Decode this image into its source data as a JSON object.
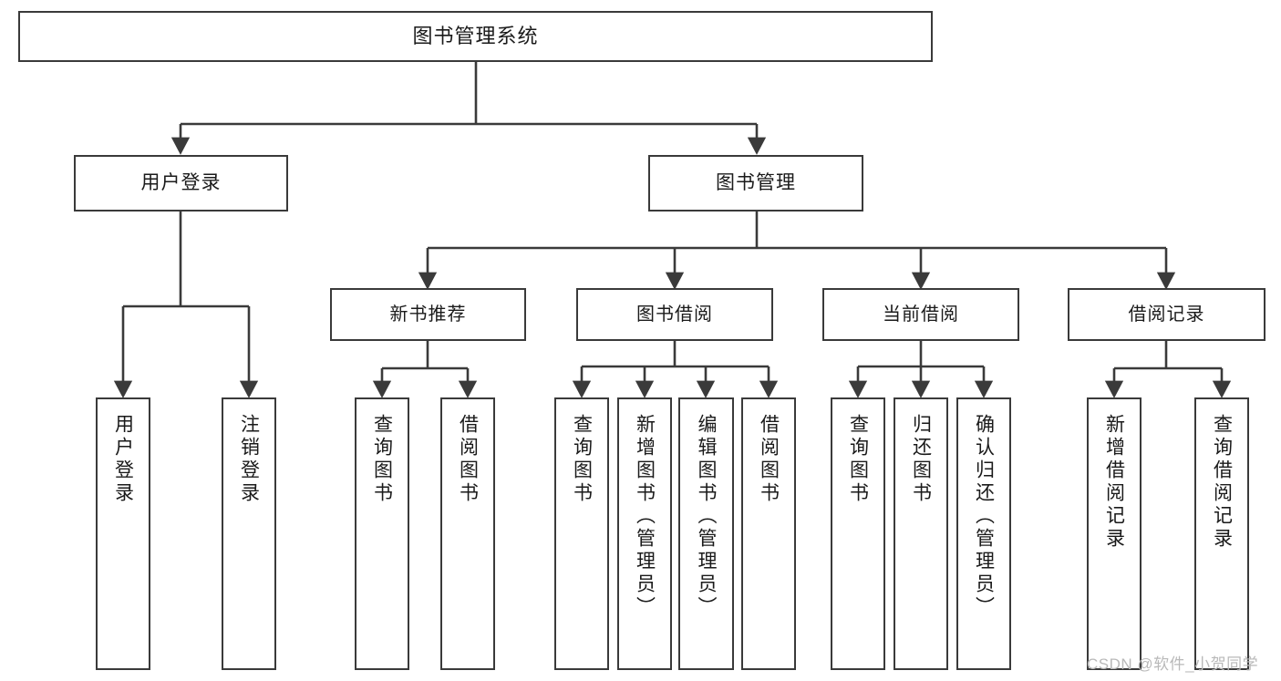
{
  "diagram": {
    "title": "图书管理系统",
    "watermark": "CSDN @软件_小贺同学",
    "line_color": "#3a3a3a",
    "box_border_color": "#3a3a3a",
    "box_fill_color": "#ffffff",
    "text_color": "#1a1a1a",
    "watermark_color": "#b9b9b9"
  },
  "nodes": {
    "root": {
      "label": "图书管理系统"
    },
    "level2": [
      {
        "label": "用户登录"
      },
      {
        "label": "图书管理"
      }
    ],
    "level3": [
      {
        "label": "新书推荐"
      },
      {
        "label": "图书借阅"
      },
      {
        "label": "当前借阅"
      },
      {
        "label": "借阅记录"
      }
    ],
    "leaves": {
      "user_login": [
        {
          "label": "用户登录"
        },
        {
          "label": "注销登录"
        }
      ],
      "new_book": [
        {
          "label": "查询图书"
        },
        {
          "label": "借阅图书"
        }
      ],
      "book_borrow": [
        {
          "label": "查询图书"
        },
        {
          "label": "新增图书（管理员）"
        },
        {
          "label": "编辑图书（管理员）"
        },
        {
          "label": "借阅图书"
        }
      ],
      "current_borrow": [
        {
          "label": "查询图书"
        },
        {
          "label": "归还图书"
        },
        {
          "label": "确认归还（管理员）"
        }
      ],
      "borrow_record": [
        {
          "label": "新增借阅记录"
        },
        {
          "label": "查询借阅记录"
        }
      ]
    }
  }
}
